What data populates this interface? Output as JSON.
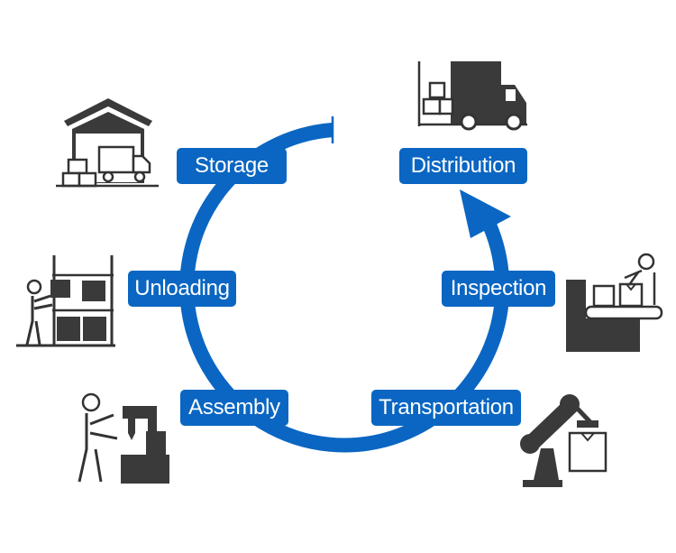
{
  "colors": {
    "accent": "#0a66c2",
    "icon": "#3a3a3a",
    "outline": "#333333"
  },
  "steps": [
    {
      "id": "storage",
      "label": "Storage",
      "icon": "warehouse-icon"
    },
    {
      "id": "distribution",
      "label": "Distribution",
      "icon": "delivery-truck-icon"
    },
    {
      "id": "inspection",
      "label": "Inspection",
      "icon": "conveyor-worker-icon"
    },
    {
      "id": "transportation",
      "label": "Transportation",
      "icon": "robotic-arm-icon"
    },
    {
      "id": "assembly",
      "label": "Assembly",
      "icon": "machine-operator-icon"
    },
    {
      "id": "unloading",
      "label": "Unloading",
      "icon": "shelf-worker-icon"
    }
  ]
}
